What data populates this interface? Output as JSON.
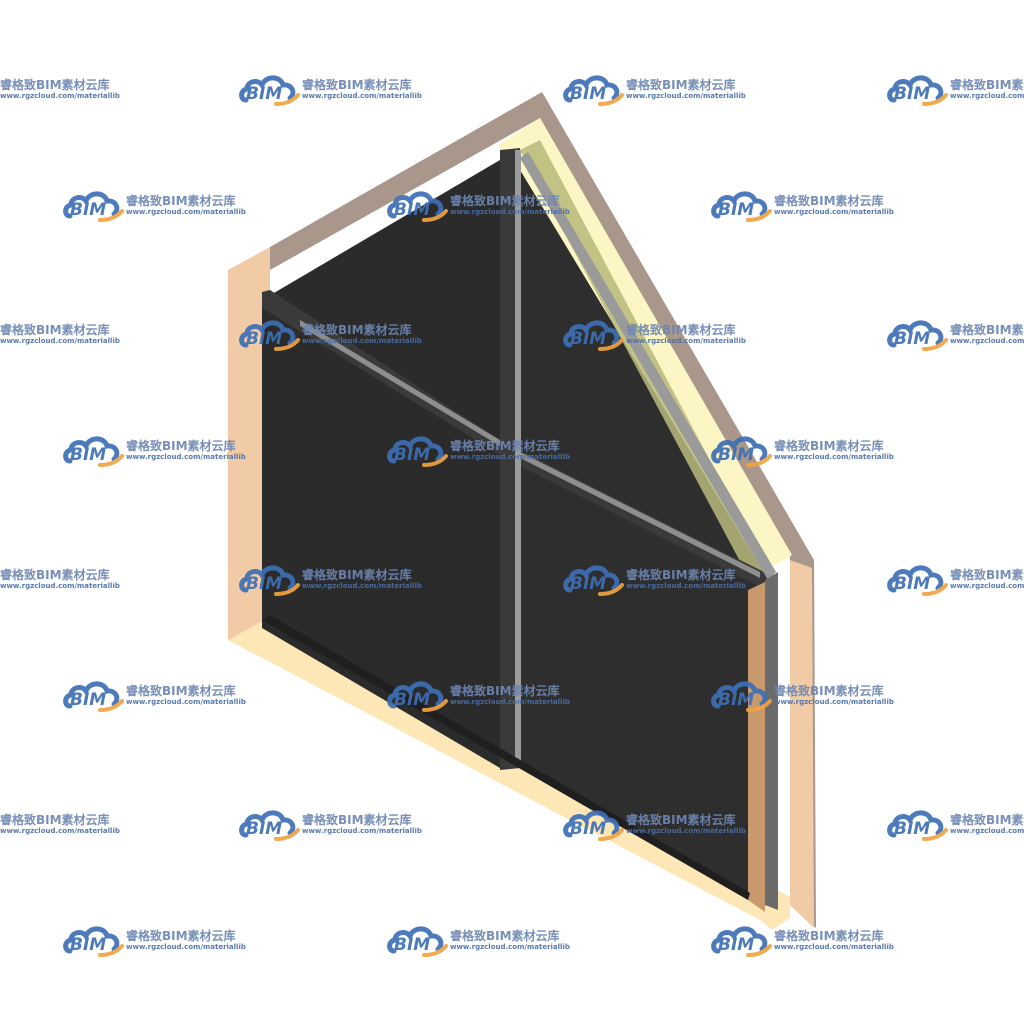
{
  "watermark": {
    "logo_text": "BIM",
    "brand": "睿格致BIM素材云库",
    "url": "www.rgzcloud.com/materiallib",
    "icon": "cloud-logo-icon"
  },
  "colors": {
    "frame_outer_left": "#f0cba5",
    "frame_outer_side": "#a8978a",
    "frame_sill": "#fde7b6",
    "frame_top_light": "#fbf6c4",
    "glass_dark": "#2a2a2a",
    "mullion": "#9c9c9c",
    "wm_blue": "#3d6fb5",
    "wm_orange": "#f0a341"
  }
}
